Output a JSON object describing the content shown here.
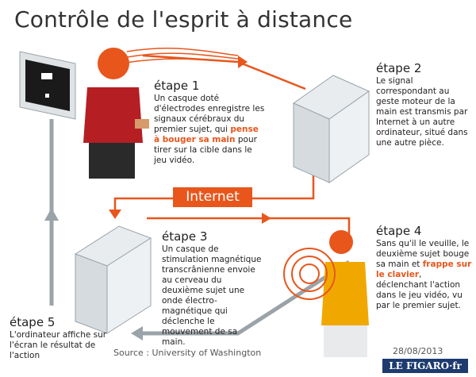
{
  "title": "Contrôle de l'esprit à distance",
  "steps": [
    {
      "label": "étape 1",
      "text_before": "Un casque doté d'électrodes enregistre les signaux cérébraux du premier sujet, qui ",
      "highlight": "pense à bouger sa main",
      "text_after": " pour tirer sur la cible dans le jeu vidéo."
    },
    {
      "label": "étape 2",
      "text": "Le signal correspondant au geste moteur de la main est transmis par Internet à un autre ordinateur, situé dans une autre pièce."
    },
    {
      "label": "étape 3",
      "text": "Un casque de stimulation magnétique transcrânienne envoie au cerveau du deuxième sujet une onde électro-magnétique qui déclenche le mouvement de sa main."
    },
    {
      "label": "étape 4",
      "text_before": "Sans qu'il le veuille, le deuxième sujet bouge sa main et ",
      "highlight": "frappe sur le clavier",
      "text_after": ", déclenchant l'action dans le jeu vidéo, vu par le premier sujet."
    },
    {
      "label": "étape 5",
      "text": "L'ordinateur affiche sur l'écran le résultat de l'action"
    }
  ],
  "internet_label": "Internet",
  "source": "Source : University of Washington",
  "date": "28/08/2013",
  "logo": "LE FIGARO·fr",
  "colors": {
    "accent": "#e8561c",
    "flow_gray": "#9aa3a8",
    "logo_bg": "#1d3b6e"
  }
}
